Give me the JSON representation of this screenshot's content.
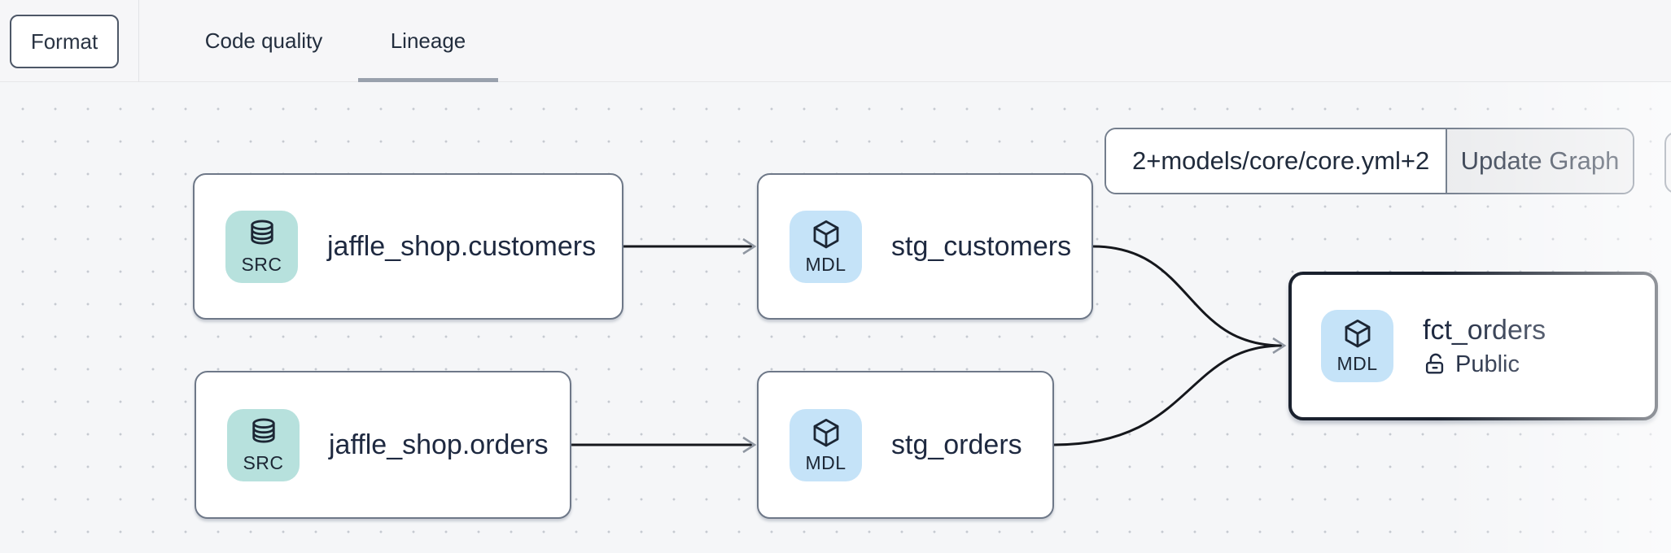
{
  "toolbar": {
    "format_label": "Format",
    "tabs": [
      {
        "label": "Code quality",
        "active": false
      },
      {
        "label": "Lineage",
        "active": true
      }
    ]
  },
  "lineage": {
    "selector": {
      "value": "2+models/core/core.yml+2",
      "button_label": "Update Graph"
    },
    "nodes": [
      {
        "id": "source.jaffle_shop.customers",
        "badge": "SRC",
        "label": "jaffle_shop.customers",
        "type": "source",
        "selected": false
      },
      {
        "id": "model.stg_customers",
        "badge": "MDL",
        "label": "stg_customers",
        "type": "model",
        "selected": false
      },
      {
        "id": "source.jaffle_shop.orders",
        "badge": "SRC",
        "label": "jaffle_shop.orders",
        "type": "source",
        "selected": false
      },
      {
        "id": "model.stg_orders",
        "badge": "MDL",
        "label": "stg_orders",
        "type": "model",
        "selected": false
      },
      {
        "id": "model.fct_orders",
        "badge": "MDL",
        "label": "fct_orders",
        "type": "model",
        "selected": true,
        "access": "Public"
      }
    ],
    "edges": [
      {
        "from": "jaffle_shop.customers",
        "to": "stg_customers"
      },
      {
        "from": "jaffle_shop.orders",
        "to": "stg_orders"
      },
      {
        "from": "stg_customers",
        "to": "fct_orders"
      },
      {
        "from": "stg_orders",
        "to": "fct_orders"
      }
    ]
  },
  "colors": {
    "topbar-bg": "#f6f6f8",
    "canvas-bg": "#f5f6f8",
    "dot-color": "#c6cad1",
    "tab-underline": "#99a1ad",
    "node-border": "#6e7888",
    "node-border-selected": "#1a212e",
    "src-badge-bg": "#b7e1dd",
    "mdl-badge-bg": "#c5e3f8",
    "edge-color": "#15171c",
    "arrow-color": "#8f96a1",
    "update-btn-bg": "#ebecee"
  }
}
